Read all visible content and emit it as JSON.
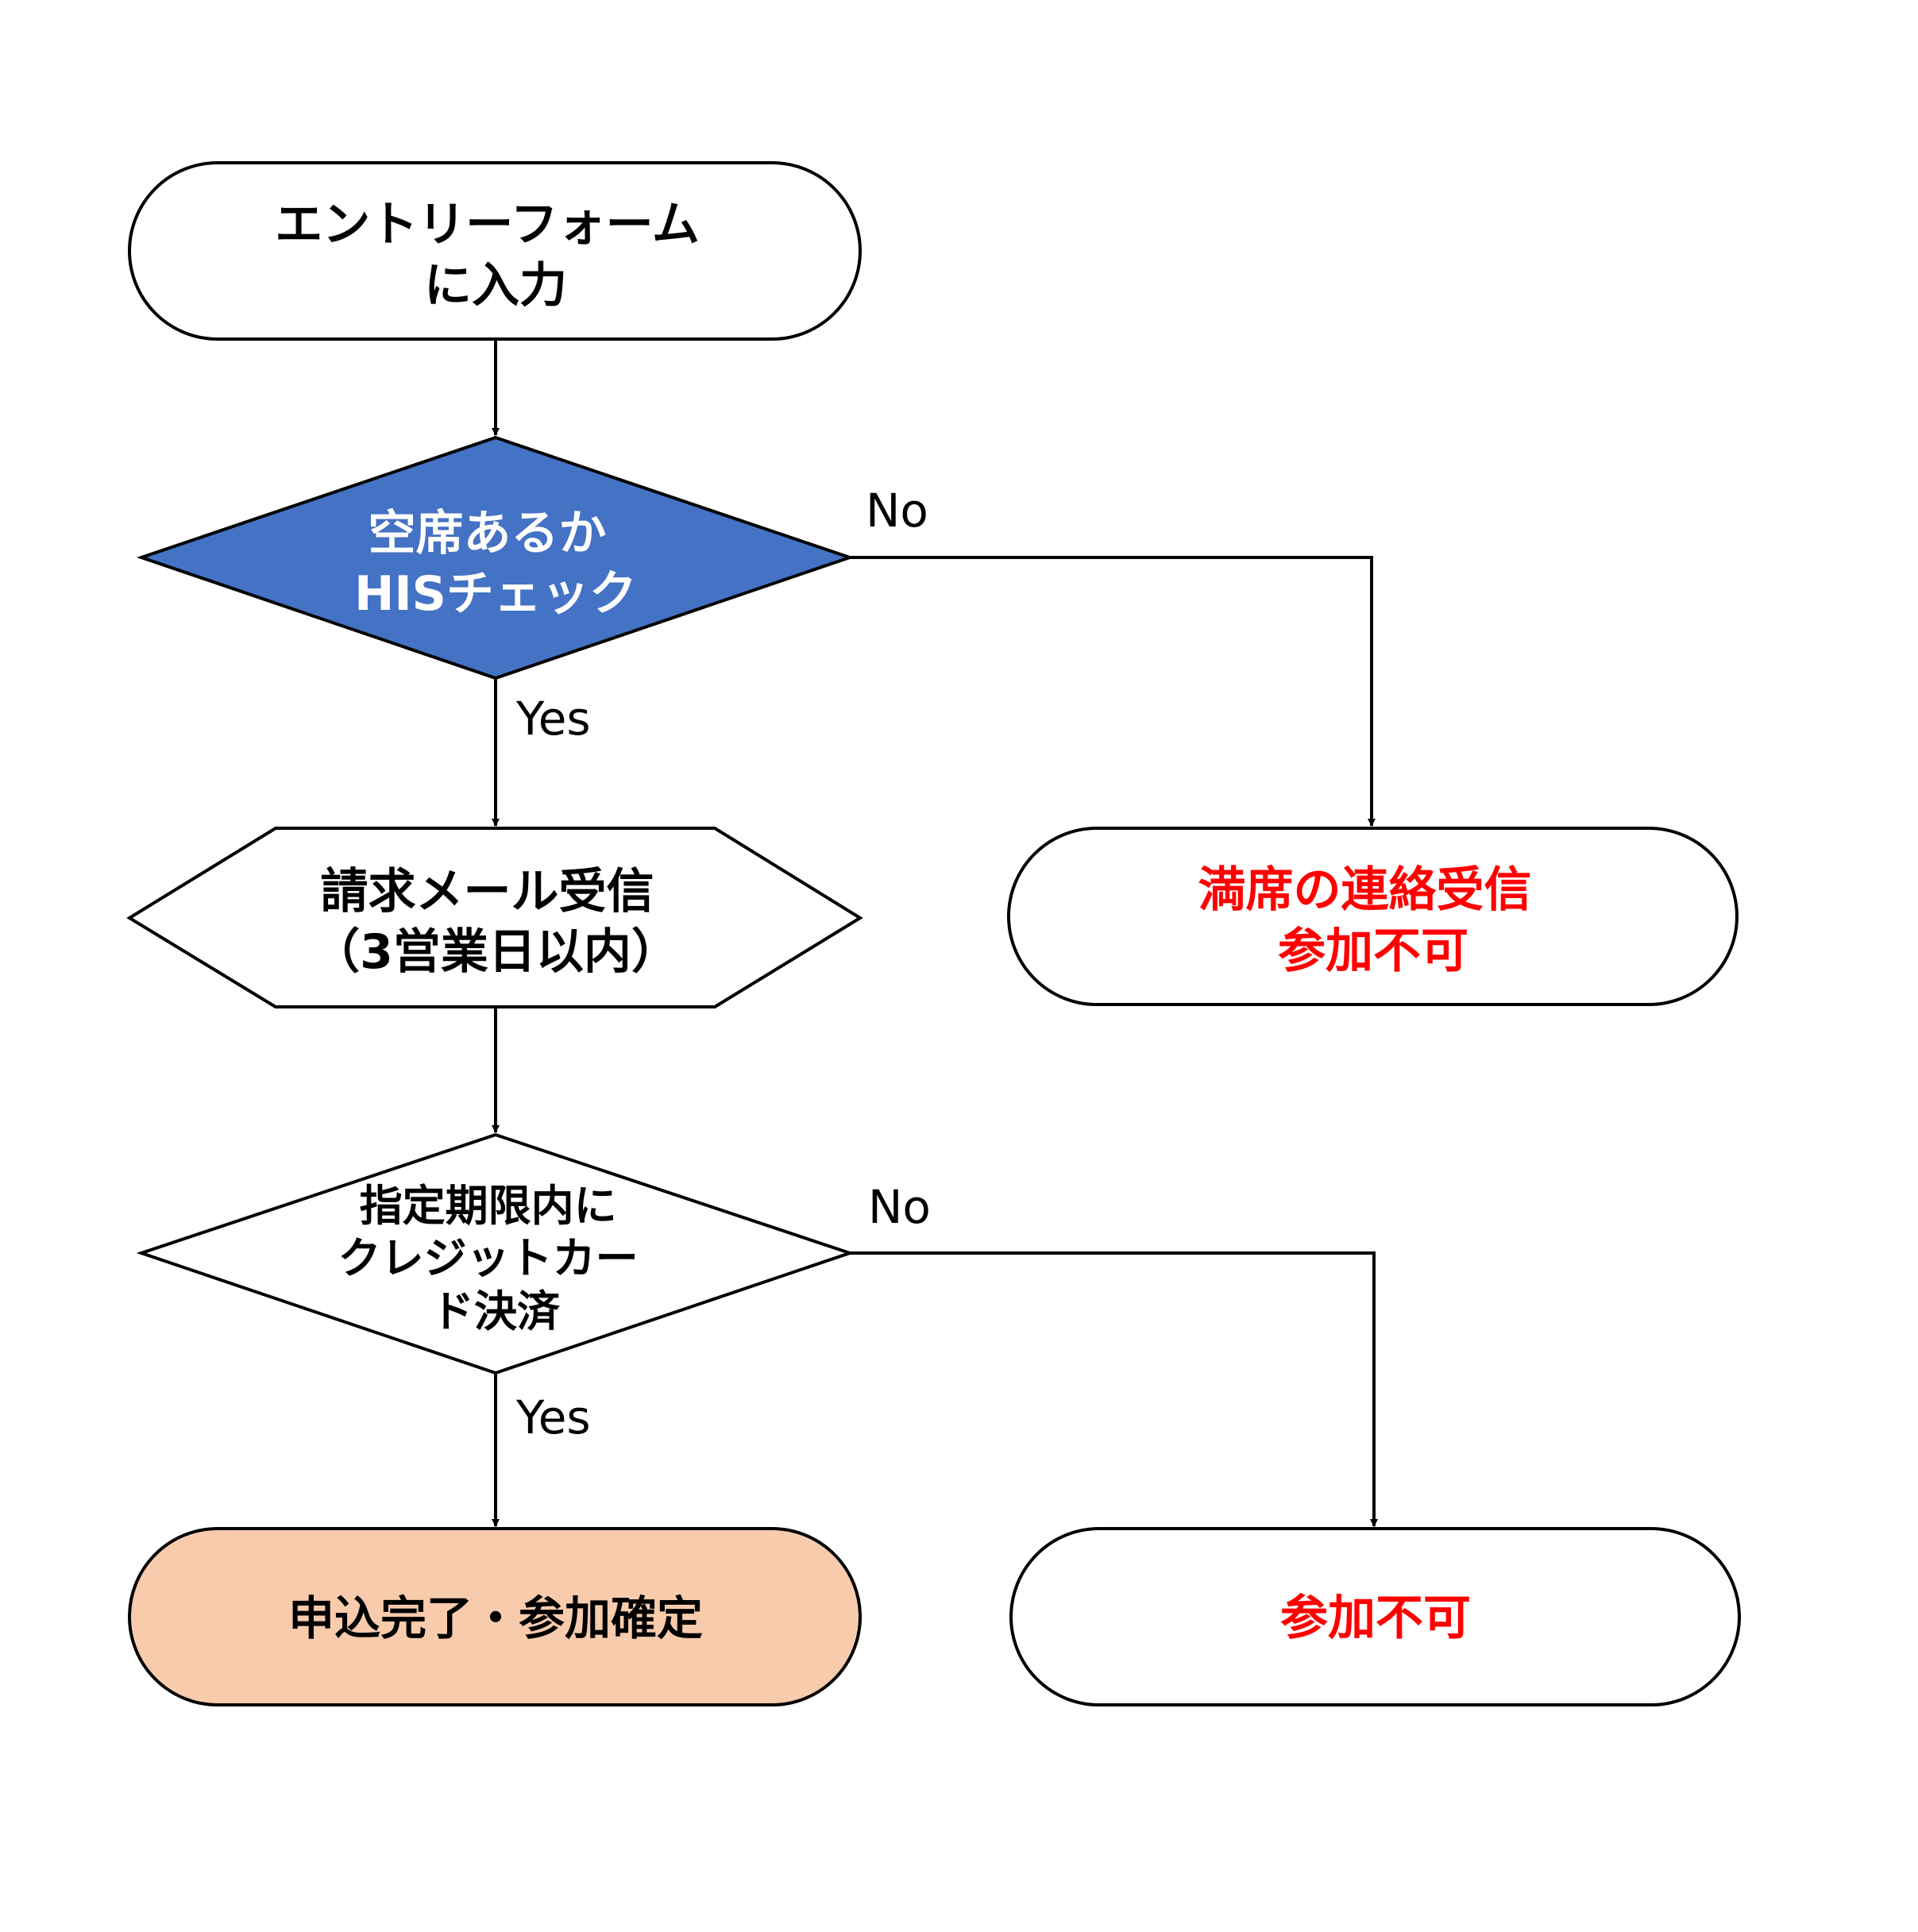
{
  "colors": {
    "stroke": "#000000",
    "decision_highlight_fill": "#4472c4",
    "success_fill": "#f8cbad",
    "default_fill": "#ffffff",
    "text": "#000000",
    "text_on_highlight": "#ffffff",
    "text_alert": "#ff0000"
  },
  "nodes": {
    "entry_form": {
      "lines": [
        "エントリーフォーム",
        "に入力"
      ]
    },
    "seat_check": {
      "lines": [
        "空席あるか",
        "HISチェック"
      ]
    },
    "billing_mail": {
      "lines": [
        "請求メール受信",
        "（3営業日以内）"
      ]
    },
    "full_notice": {
      "lines": [
        "満席の連絡受信",
        "参加不可"
      ]
    },
    "card_payment": {
      "lines": [
        "指定期限内に",
        "クレジットカー",
        "ド決済"
      ]
    },
    "complete": {
      "lines": [
        "申込完了・参加確定"
      ]
    },
    "not_allowed": {
      "lines": [
        "参加不可"
      ]
    }
  },
  "edge_labels": {
    "seat_no": "No",
    "seat_yes": "Yes",
    "payment_no": "No",
    "payment_yes": "Yes"
  }
}
